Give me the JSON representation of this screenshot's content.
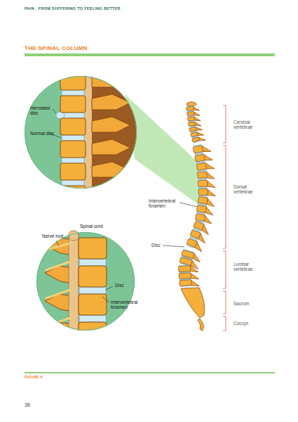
{
  "diagram": {
    "title": "THE SPINAL COLUMN",
    "caption": "FIGURE 6",
    "nodes": [
      {
        "text": [
          "Herniated disc",
          "Normal disc"
        ]
      },
      {
        "text": [
          "Spinal cord",
          "Nerve root",
          "Disc",
          "Intervertebral foramen"
        ]
      }
    ],
    "labels": [
      "PAIN : FROM SUFFERING TO FEELING BETTER",
      "Cervical vertebrae",
      "Dorsal vertebrae",
      "Intervertebral foramen",
      "Disc",
      "Lumbar vertebrae",
      "Sacrum",
      "Coccyx",
      "36"
    ]
  }
}
